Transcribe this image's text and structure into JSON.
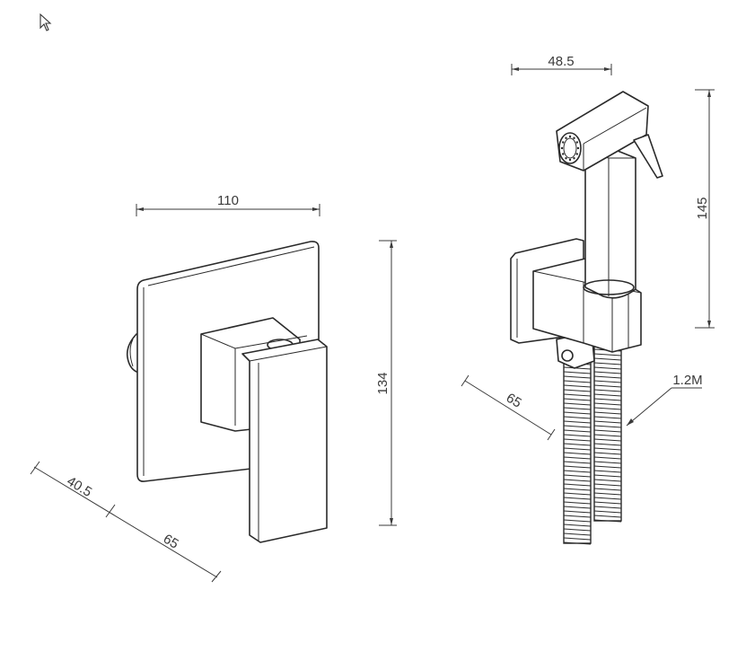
{
  "dimensions": {
    "valve_width": "110",
    "valve_height": "134",
    "valve_depth_back": "40.5",
    "valve_depth_front": "65",
    "holder_depth": "65",
    "sprayer_width": "48.5",
    "sprayer_height": "145",
    "hose_length": "1.2M"
  },
  "icons": {
    "cursor": "mouse-pointer-icon"
  },
  "colors": {
    "line": "#2a2a2a",
    "background": "#ffffff"
  }
}
